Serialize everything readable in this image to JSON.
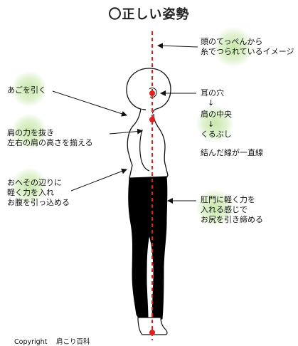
{
  "title": "〇正しい姿勢",
  "labels": {
    "head_line": [
      "頭のてっぺんから",
      "糸でつられているイメージ"
    ],
    "chin": "あごを引く",
    "shoulders": [
      "肩の力を抜き",
      "左右の肩の高さを揃える"
    ],
    "belly": [
      "おへその辺りに",
      "軽く力を入れ",
      "お腹を引っ込める"
    ],
    "ear": "耳の穴",
    "arrow1": "↓",
    "shoulder_center": "肩の中央",
    "arrow2": "↓",
    "ankle": "くるぶし",
    "line_note": "結んだ線が一直線",
    "hip": [
      "肛門に軽く力を",
      "入れる感じで",
      "お尻を引き締める"
    ]
  },
  "copyright": "Copyright　 肩こり百科",
  "colors": {
    "line": "#e02020",
    "dot": "#e02020",
    "glow": "#c4e6a8",
    "body": "#000000"
  }
}
